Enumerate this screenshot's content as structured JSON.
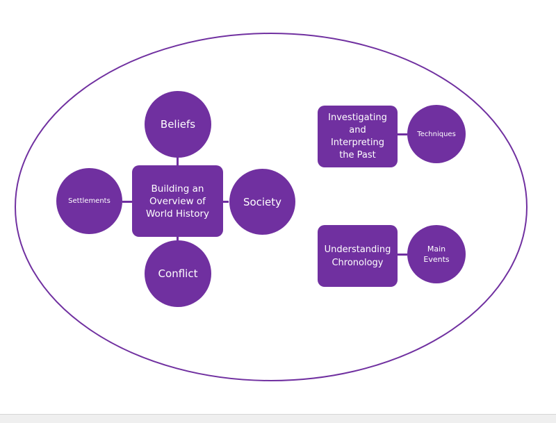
{
  "diagram": {
    "colors": {
      "node_fill": "#7030a0",
      "node_text": "#ffffff",
      "outline": "#7030a0"
    },
    "center_group": {
      "hub": "Building an\nOverview of\nWorld History",
      "top": "Beliefs",
      "right": "Society",
      "bottom": "Conflict",
      "left": "Settlements"
    },
    "right_groups": [
      {
        "box": "Investigating\nand\nInterpreting\nthe Past",
        "circle": "Techniques"
      },
      {
        "box": "Understanding\nChronology",
        "circle": "Main\nEvents"
      }
    ]
  }
}
